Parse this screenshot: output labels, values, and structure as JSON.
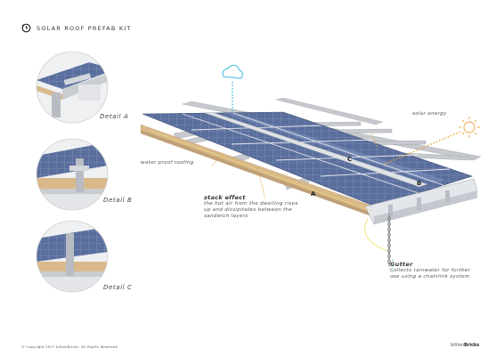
{
  "header": {
    "title": "SOLAR ROOF PREFAB KIT",
    "icon": "timer-icon"
  },
  "details": [
    {
      "label": "Detail A"
    },
    {
      "label": "Detail B"
    },
    {
      "label": "Detail C"
    }
  ],
  "annotations": {
    "solar_energy": "solar energy",
    "water_proof": "water proof roofing",
    "stack_effect_title": "stack effect",
    "stack_effect_body": [
      "the hot air from the dwelling rises",
      "up and dissipitates between the",
      "sandwich layers"
    ],
    "gutter_title": "Gutter",
    "gutter_body": [
      "Collects rainwater for further",
      "use using a chainlink system"
    ]
  },
  "panel_markers": {
    "a": "A",
    "b": "B",
    "c": "C"
  },
  "footer": {
    "copyright": "© Copyright 2017 billionBricks. All Rights Reserved",
    "brand_prefix": "billion",
    "brand_suffix": "Bricks"
  },
  "colors": {
    "panel": "#5b6f9e",
    "frame": "#c9ccd0",
    "wood": "#d9b98a",
    "annotation_orange": "#e8a33a",
    "rain_blue": "#58c3e0"
  }
}
